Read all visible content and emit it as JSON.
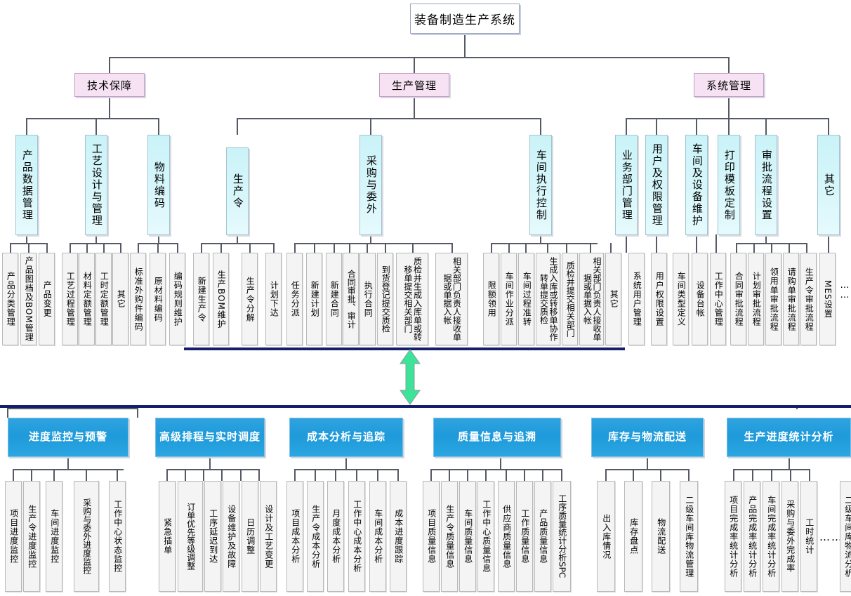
{
  "root": {
    "label": "装备制造生产系统"
  },
  "level2": [
    {
      "label": "技术保障"
    },
    {
      "label": "生产管理"
    },
    {
      "label": "系统管理"
    }
  ],
  "level3": [
    {
      "label": "产品数据管理"
    },
    {
      "label": "工艺设计与管理"
    },
    {
      "label": "物料编码"
    },
    {
      "label": "生产令"
    },
    {
      "label": "采购与委外"
    },
    {
      "label": "车间执行控制"
    },
    {
      "label": "业务部门管理"
    },
    {
      "label": "用户及权限管理"
    },
    {
      "label": "车间及设备维护"
    },
    {
      "label": "打印模板定制"
    },
    {
      "label": "审批流程设置"
    },
    {
      "label": "其它"
    }
  ],
  "leaves_top": [
    {
      "label": "产品分类管理"
    },
    {
      "label": "产品图档及BOM管理"
    },
    {
      "label": "产品变更"
    },
    {
      "label": "工艺过程管理"
    },
    {
      "label": "材料定额管理"
    },
    {
      "label": "工时定额管理"
    },
    {
      "label": "其它"
    },
    {
      "label": "标准外购件编码"
    },
    {
      "label": "原材料编码"
    },
    {
      "label": "编码规则维护"
    },
    {
      "label": "新建生产令"
    },
    {
      "label": "生产BOM维护"
    },
    {
      "label": "生产令分解"
    },
    {
      "label": "计划下达"
    },
    {
      "label": "任务分派"
    },
    {
      "label": "新建计划"
    },
    {
      "label": "新建合同"
    },
    {
      "label": "合同审批、审计"
    },
    {
      "label": "执行合同"
    },
    {
      "label": "到货登记提交质检"
    },
    {
      "label": "质检并生成入库单或转移单提交相关部门"
    },
    {
      "label": "相关部门负责人接收单据或单据入帐"
    },
    {
      "label": "限额领用"
    },
    {
      "label": "车间作业分派"
    },
    {
      "label": "车间过程准转"
    },
    {
      "label": "生成入库或转移单协作转单提交质检"
    },
    {
      "label": "质检并提交相关部门"
    },
    {
      "label": "其它"
    },
    {
      "label": "系统用户管理"
    },
    {
      "label": "用户权限设置"
    },
    {
      "label": "车间类型定义"
    },
    {
      "label": "设备台帐"
    },
    {
      "label": "工作中心管理"
    },
    {
      "label": "合同审批流程"
    },
    {
      "label": "计划审批流程"
    },
    {
      "label": "领用单审批流程"
    },
    {
      "label": "请购单审批流程"
    },
    {
      "label": "生产令审批流程"
    },
    {
      "label": "MES设置"
    }
  ],
  "top_ellipsis": "…\n…",
  "bottom_groups": [
    {
      "title": "进度监控与预警",
      "leaves": [
        {
          "label": "项目进度监控"
        },
        {
          "label": "生产令进度监控"
        },
        {
          "label": "车间进度监控"
        },
        {
          "label": "采购与委外进度监控"
        },
        {
          "label": "工作中心状态监控"
        }
      ]
    },
    {
      "title": "高级排程与实时调度",
      "leaves": [
        {
          "label": "紧急插单"
        },
        {
          "label": "订单优先等级调整"
        },
        {
          "label": "工序延迟到达"
        },
        {
          "label": "设备维护及故障"
        },
        {
          "label": "日历调整"
        },
        {
          "label": "设计及工艺变更"
        }
      ]
    },
    {
      "title": "成本分析与追踪",
      "leaves": [
        {
          "label": "项目成本分析"
        },
        {
          "label": "生产令成本分析"
        },
        {
          "label": "月度成本分析"
        },
        {
          "label": "工作中心成本分析"
        },
        {
          "label": "车间成本分析"
        },
        {
          "label": "成本进度跟踪"
        }
      ]
    },
    {
      "title": "质量信息与追溯",
      "leaves": [
        {
          "label": "项目质量信息"
        },
        {
          "label": "生产令质量信息"
        },
        {
          "label": "车间质量信息"
        },
        {
          "label": "工作中心质量信息"
        },
        {
          "label": "供应商质量信息"
        },
        {
          "label": "工作质量信息"
        },
        {
          "label": "产品质量信息"
        },
        {
          "label": "工序质量统计分析SPC"
        }
      ]
    },
    {
      "title": "库存与物流配送",
      "leaves": [
        {
          "label": "出入库情况"
        },
        {
          "label": "库存盘点"
        },
        {
          "label": "物流配送"
        },
        {
          "label": "二级车间库物流管理"
        }
      ]
    },
    {
      "title": "生产进度统计分析",
      "leaves": [
        {
          "label": "项目完成率统计分析"
        },
        {
          "label": "产品完成率统计分析"
        },
        {
          "label": "车间完成率统计分析"
        },
        {
          "label": "采购与委外完成率"
        },
        {
          "label": "工时统计"
        }
      ]
    }
  ],
  "bottom_ellipsis": "……",
  "clipped_leaf": {
    "label": "二级车间库物流分析"
  },
  "colors": {
    "root_fill": "#ffffff",
    "level2_fill": "#f6e2f3",
    "level3_fill": "#caf3f8",
    "leaf_fill": "#f4f4f4",
    "blue_fill": "#1f9ada",
    "bar": "#14206b",
    "arrow": "#3ce398"
  }
}
